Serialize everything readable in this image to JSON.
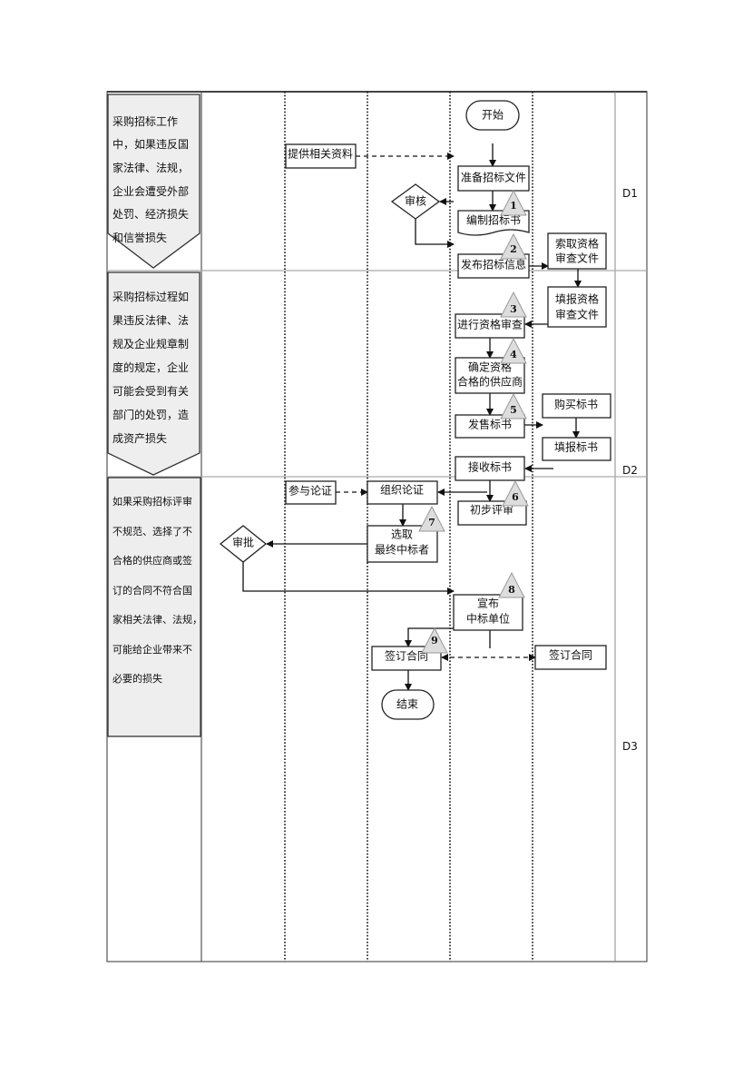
{
  "risk_descriptions": [
    {
      "lines": [
        "采购招标工作",
        "中，如果违反国",
        "家法律、法规，",
        "企业会遭受外部",
        "处罚、经济损失",
        "和信誉损失"
      ]
    },
    {
      "lines": [
        "采购招标过程如",
        "果违反法律、法",
        "规及企业规章制",
        "度的规定，企业",
        "可能会受到有关",
        "部门的处罚，造",
        "成资产损失"
      ]
    },
    {
      "lines": [
        "如果采购招标评审",
        "不规范、选择了不",
        "合格的供应商或签",
        "订的合同不符合国",
        "家相关法律、法规，",
        "可能给企业带来不",
        "必要的损失"
      ]
    }
  ],
  "row_labels": [
    "D1",
    "D2",
    "D3"
  ],
  "nodes": {
    "start": "开始",
    "provide": "提供相关资料",
    "prepare": "准备招标文件",
    "review": "审核",
    "compile": "编制招标书",
    "publish": "发布招标信息",
    "request1": "索取资格",
    "request2": "审查文件",
    "fill1": "填报资格",
    "fill2": "审查文件",
    "qualify": "进行资格审查",
    "confirm1": "确定资格",
    "confirm2": "合格的供应商",
    "sell": "发售标书",
    "buy": "购买标书",
    "fillbid": "填报标书",
    "receive": "接收标书",
    "participate": "参与论证",
    "organize": "组织论证",
    "prelim": "初步评审",
    "select1": "选取",
    "select2": "最终中标者",
    "approve": "审批",
    "announce1": "宣布",
    "announce2": "中标单位",
    "sign_left": "签订合同",
    "sign_right": "签订合同",
    "end": "结束"
  },
  "control_points": [
    "1",
    "2",
    "3",
    "4",
    "5",
    "6",
    "7",
    "8",
    "9"
  ]
}
